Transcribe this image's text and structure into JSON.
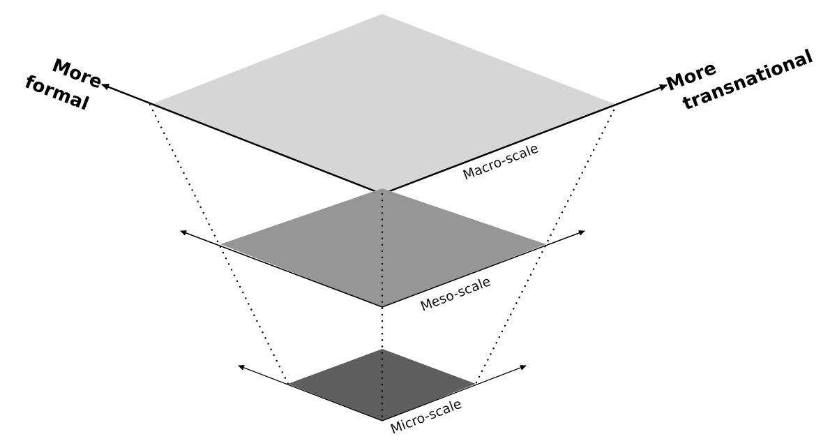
{
  "diagram": {
    "axis_left": {
      "line1": "More",
      "line2": "formal"
    },
    "axis_right": {
      "line1": "More",
      "line2": "transnational"
    },
    "levels": {
      "macro": {
        "label": "Macro-scale",
        "fill": "#d6d6d6"
      },
      "meso": {
        "label": "Meso-scale",
        "fill": "#969696"
      },
      "micro": {
        "label": "Micro-scale",
        "fill": "#5e5e5e"
      }
    }
  }
}
